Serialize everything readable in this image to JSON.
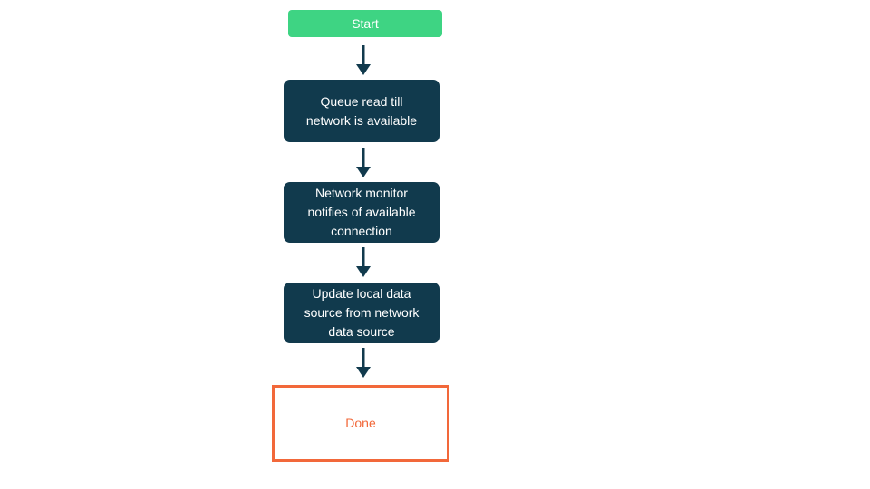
{
  "flowchart": {
    "nodes": [
      {
        "id": "start",
        "type": "start",
        "label": "Start"
      },
      {
        "id": "queue-read",
        "type": "process",
        "label": [
          "Queue read till",
          "network is available"
        ]
      },
      {
        "id": "network-monitor",
        "type": "process",
        "label": [
          "Network monitor",
          "notifies of available",
          "connection"
        ]
      },
      {
        "id": "update-local-data",
        "type": "process",
        "label": [
          "Update local data",
          "source from network",
          "data source"
        ]
      },
      {
        "id": "done",
        "type": "end",
        "label": "Done",
        "selected": true
      }
    ],
    "connectors": [
      {
        "from": "start",
        "to": "queue-read",
        "icon": "arrow-down-icon"
      },
      {
        "from": "queue-read",
        "to": "network-monitor",
        "icon": "arrow-down-icon"
      },
      {
        "from": "network-monitor",
        "to": "update-local-data",
        "icon": "arrow-down-icon"
      },
      {
        "from": "update-local-data",
        "to": "done",
        "icon": "arrow-down-icon"
      }
    ],
    "colors": {
      "start_fill": "#3ed483",
      "process_fill": "#113a4d",
      "node_text": "#ffffff",
      "arrow": "#113a4d",
      "done_border": "#f2683a",
      "done_text": "#f2683a",
      "done_fill": "#ffffff",
      "canvas_background": "#ffffff"
    }
  }
}
